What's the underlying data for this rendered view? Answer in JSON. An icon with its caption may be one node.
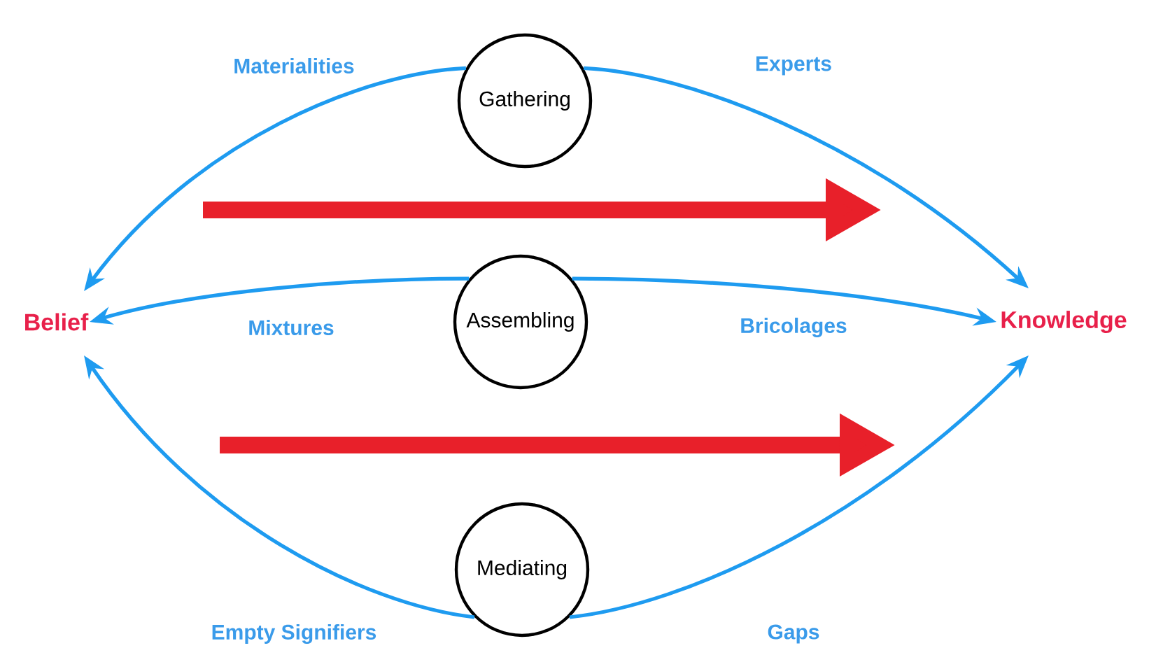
{
  "diagram": {
    "nodes": [
      {
        "text": [
          "Belief"
        ]
      },
      {
        "text": [
          "Gathering"
        ]
      },
      {
        "text": [
          "Assembling"
        ]
      },
      {
        "text": [
          "Mediating"
        ]
      },
      {
        "text": [
          "Knowledge"
        ]
      }
    ],
    "edges": [
      {
        "from": 1,
        "to": 0,
        "arrow": "to"
      },
      {
        "from": 1,
        "to": 4,
        "arrow": "to"
      },
      {
        "from": 2,
        "to": 0,
        "arrow": "to"
      },
      {
        "from": 2,
        "to": 4,
        "arrow": "to"
      },
      {
        "from": 3,
        "to": 0,
        "arrow": "to"
      },
      {
        "from": 3,
        "to": 4,
        "arrow": "to"
      }
    ],
    "labels": [
      "Materialities",
      "Experts",
      "Mixtures",
      "Bricolages",
      "Empty Signifiers",
      "Gaps"
    ]
  }
}
